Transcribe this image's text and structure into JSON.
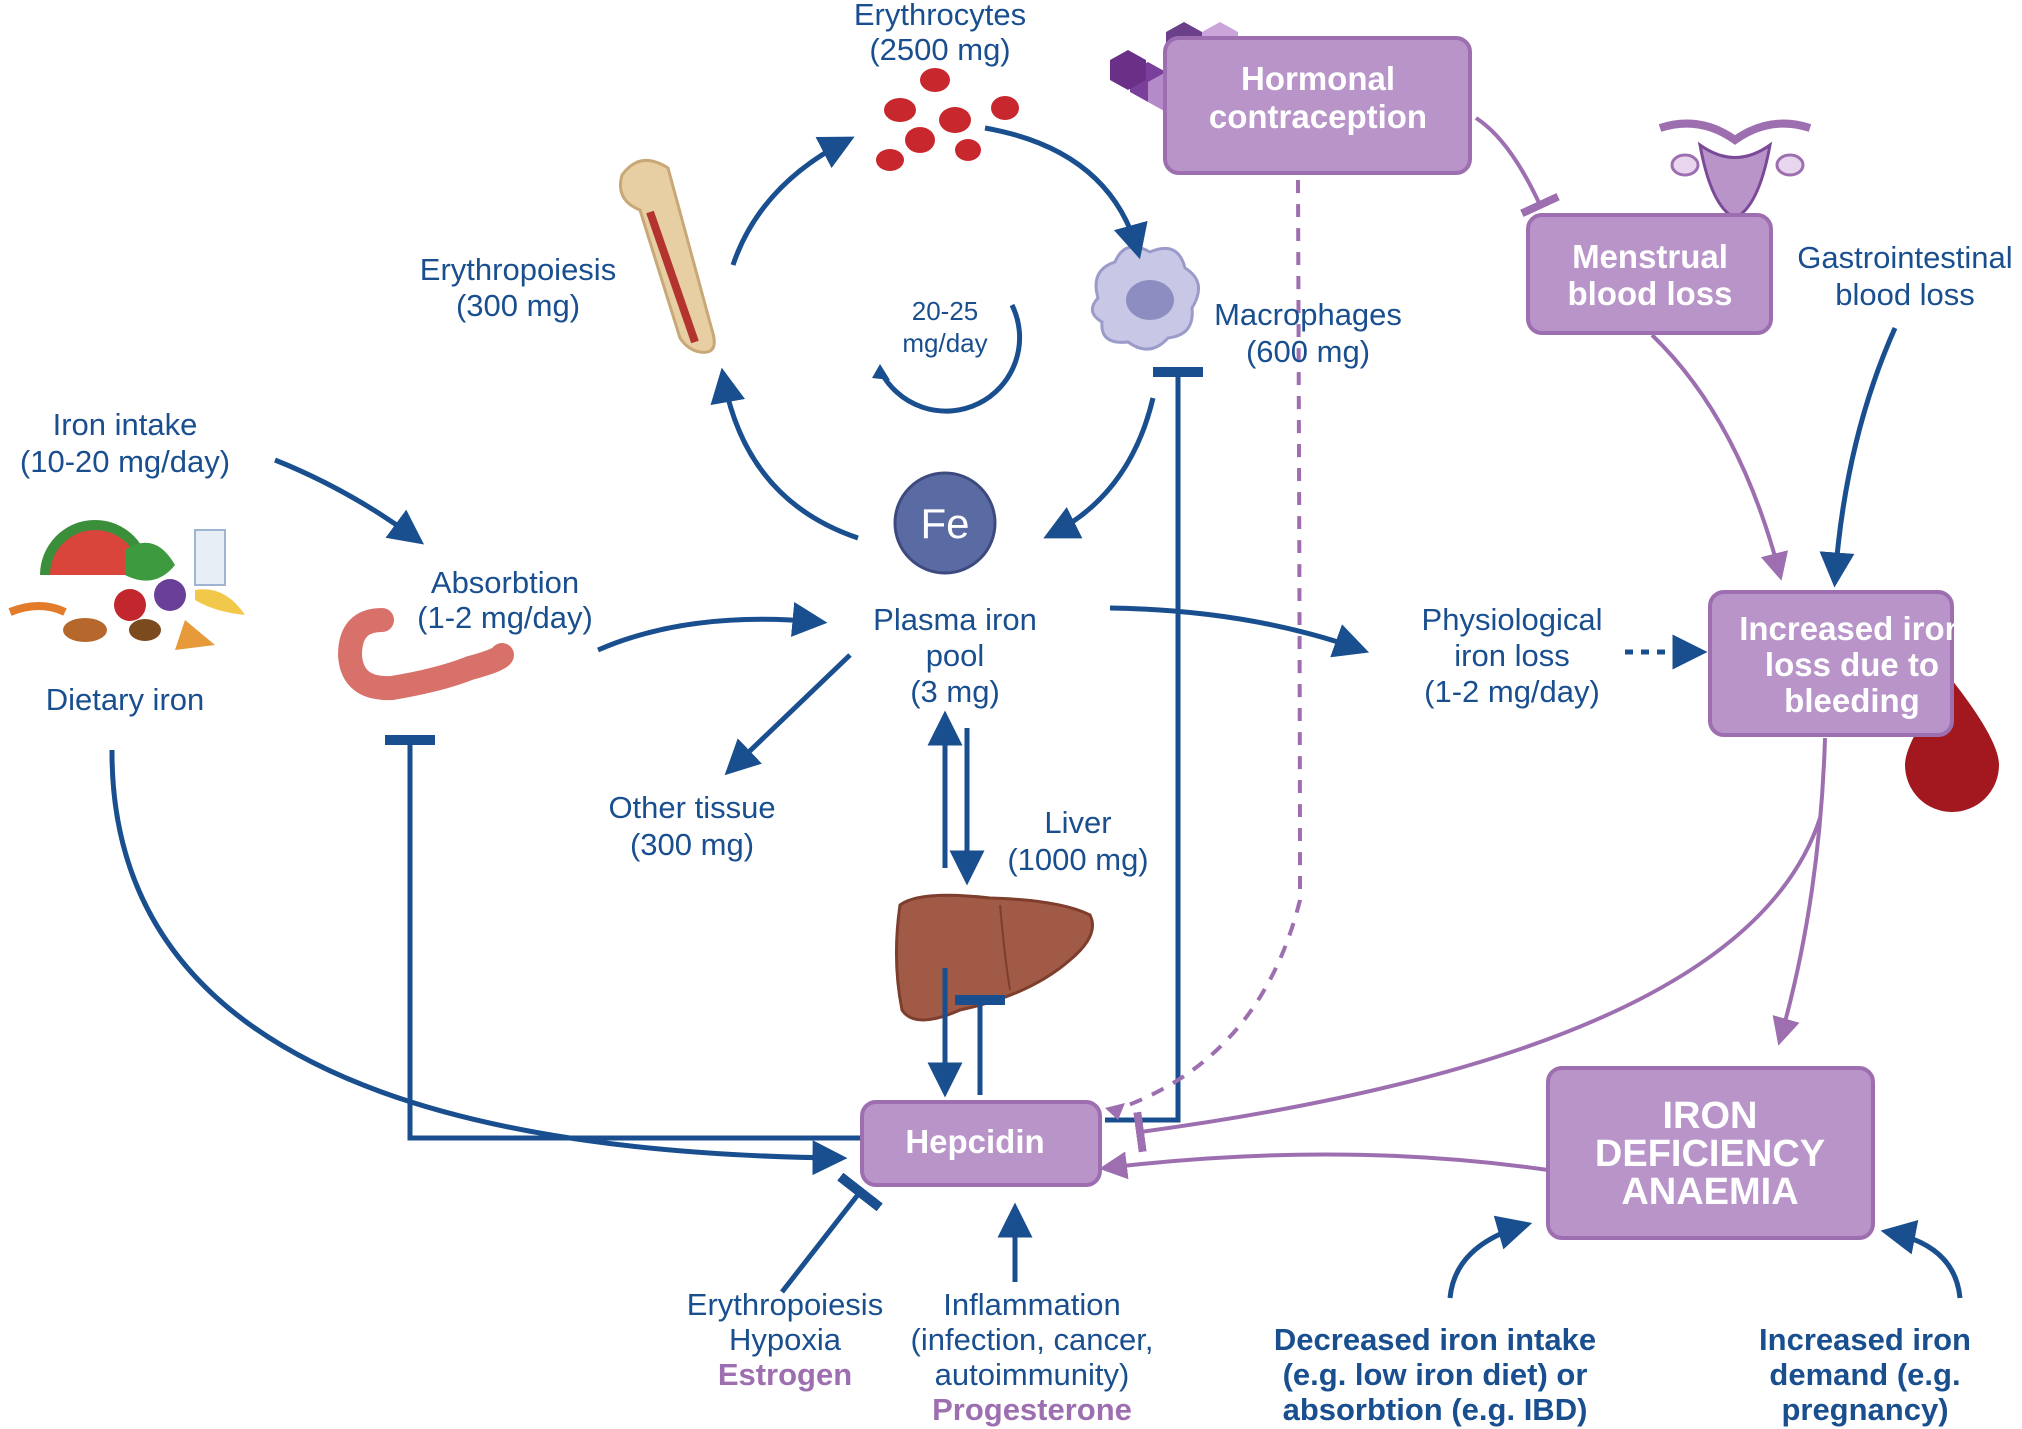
{
  "nodes": {
    "erythrocytes": [
      "Erythrocytes",
      "(2500 mg)"
    ],
    "erythropoiesis": [
      "Erythropoiesis",
      "(300 mg)"
    ],
    "cycle": [
      "20-25",
      "mg/day"
    ],
    "macrophages": [
      "Macrophages",
      "(600 mg)"
    ],
    "iron_intake": [
      "Iron intake",
      "(10-20 mg/day)"
    ],
    "dietary_iron": "Dietary iron",
    "absorption": [
      "Absorbtion",
      "(1-2 mg/day)"
    ],
    "fe_symbol": "Fe",
    "plasma_pool": [
      "Plasma iron",
      "pool",
      "(3 mg)"
    ],
    "other_tissue": [
      "Other tissue",
      "(300 mg)"
    ],
    "liver": [
      "Liver",
      "(1000 mg)"
    ],
    "physiological_loss": [
      "Physiological",
      "iron loss",
      "(1-2 mg/day)"
    ],
    "gi_blood_loss": [
      "Gastrointestinal",
      "blood loss"
    ]
  },
  "boxes": {
    "hormonal": [
      "Hormonal",
      "contraception"
    ],
    "menstrual": [
      "Menstrual",
      "blood loss"
    ],
    "bleeding": [
      "Increased iron",
      "loss due to",
      "bleeding"
    ],
    "hepcidin": "Hepcidin",
    "ida": [
      "IRON",
      "DEFICIENCY",
      "ANAEMIA"
    ]
  },
  "regulators": {
    "inhibitors": [
      "Erythropoiesis",
      "Hypoxia"
    ],
    "inhibitor_hormone": "Estrogen",
    "inducers": [
      "Inflammation",
      "(infection, cancer,",
      "autoimmunity)"
    ],
    "inducer_hormone": "Progesterone"
  },
  "causes": {
    "decreased": [
      "Decreased iron intake",
      "(e.g. low iron diet) or",
      "absorbtion (e.g. IBD)"
    ],
    "increased": [
      "Increased iron",
      "demand (e.g.",
      "pregnancy)"
    ]
  },
  "colors": {
    "blue": "#1a4f8f",
    "purple_box": "#b894c9",
    "purple_line": "#9d6fb0",
    "fe_circle": "#5a6aa3"
  }
}
